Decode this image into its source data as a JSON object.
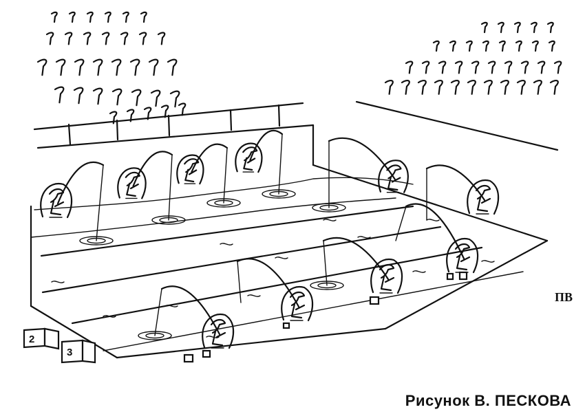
{
  "caption": "Рисунок В. ПЕСКОВА",
  "signature_initials": "ПВ",
  "lane_block_numbers": [
    "2",
    "3"
  ],
  "ink_color": "#111111",
  "paper_color": "#ffffff"
}
